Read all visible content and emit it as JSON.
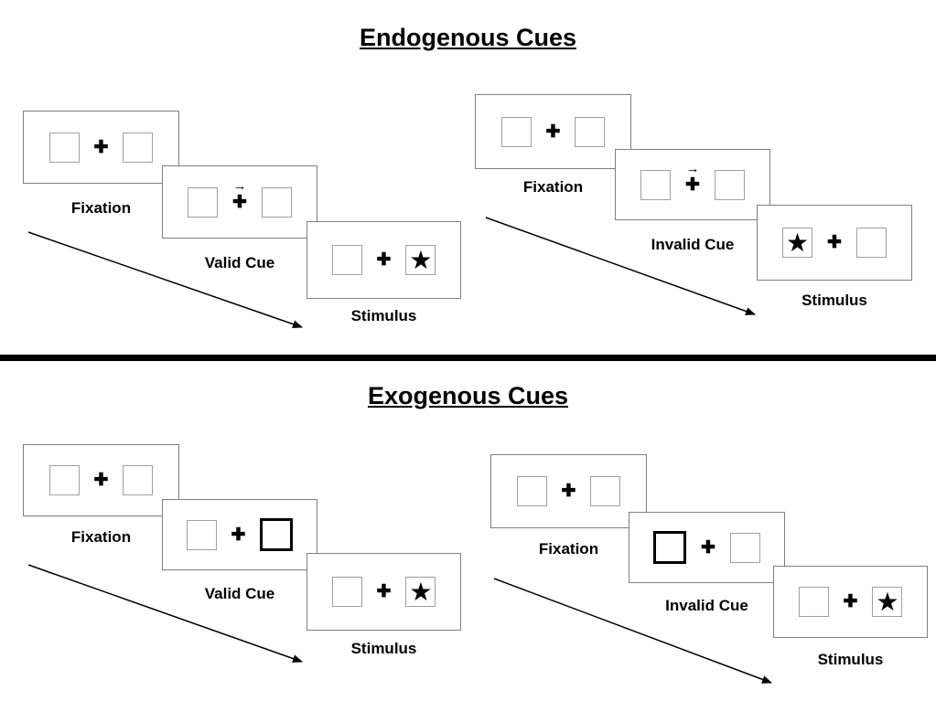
{
  "titles": {
    "endogenous": "Endogenous Cues",
    "exogenous": "Exogenous Cues"
  },
  "symbols": {
    "fixation_cross": "✚",
    "cue_arrow": "→",
    "star": "★"
  },
  "labels": {
    "endogenous_valid": {
      "fixation": "Fixation",
      "cue": "Valid Cue",
      "stimulus": "Stimulus"
    },
    "endogenous_invalid": {
      "fixation": "Fixation",
      "cue": "Invalid Cue",
      "stimulus": "Stimulus"
    },
    "exogenous_valid": {
      "fixation": "Fixation",
      "cue": "Valid Cue",
      "stimulus": "Stimulus"
    },
    "exogenous_invalid": {
      "fixation": "Fixation",
      "cue": "Invalid Cue",
      "stimulus": "Stimulus"
    }
  }
}
